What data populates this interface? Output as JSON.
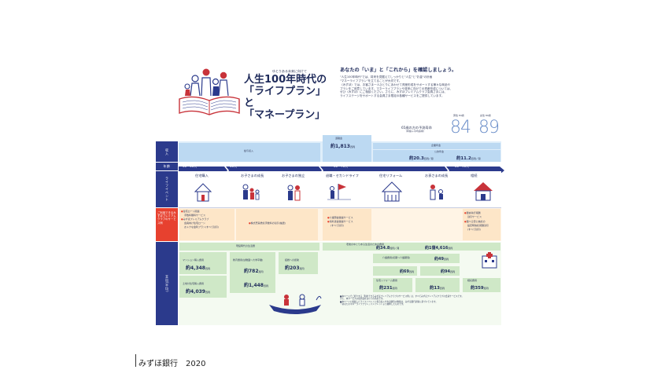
{
  "header": {
    "kicker": "ゆとりある未来に向けて",
    "title_line1": "人生100年時代の",
    "title_line2": "「ライフプラン」と",
    "title_line3": "「マネープラン」"
  },
  "intro": {
    "heading": "あなたの「いま」と「これから」を確認しましょう。",
    "line1": "\"人生100年時代\"では、将来を見据えてしっかりと\"人生\"と\"お金\"の計画",
    "line2": "\"マネーライフプラン\"を立てることが大切です。",
    "line3": "〈みずほ〉では、お客さま一人ひとりにあわせて資産形成をサポートする様々な商品や",
    "line4": "プランをご用意しています。マネーライフプランや将来に向けての資産形成については、",
    "line5": "ぜひ〈みずほ〉にご相談ください。さらに、みずほプレミアムクラブ会員さまには、",
    "line6": "ライフステージをサポートする会員さま限定の各種サービスをご提供しています。"
  },
  "life_expectancy": {
    "caption": "65歳の方の予測寿命",
    "sub": "（年齢＋平均余命）",
    "male_label": "男性",
    "male_age": "84",
    "male_suffix": "84歳",
    "female_label": "女性",
    "female_age": "89",
    "female_suffix": "89歳"
  },
  "rows": {
    "income": "収入",
    "age": "年齢",
    "life_event": "ライフイベント",
    "service": "ご利用できるみずほプレミアムクラブのサービス例",
    "expense": "支出(平均)"
  },
  "income": {
    "salary": "給与収入",
    "retire_label": "退職金",
    "retire_value": "約1,813",
    "retire_unit": "万円",
    "pension_label": "企業年金",
    "public_pension": "公的年金",
    "pension_couple": "約20.3",
    "pension_couple_unit": "万円／月",
    "pension_single": "約11.2",
    "pension_single_unit": "万円／月"
  },
  "ages": {
    "a1": "30〜40代",
    "a2": "50代",
    "a3": "60〜70代",
    "a4": "80〜90代"
  },
  "events": {
    "e1": "住宅購入",
    "e2": "お子さまの成長",
    "e3": "お子さまの独立",
    "e4": "退職・セカンドライフ",
    "e5": "住宅リフォーム",
    "e6": "お孫さまの成長",
    "e7": "相続"
  },
  "services": {
    "s1": "住宅ローン関連",
    "s1b": "手数料無料サービス",
    "s2": "みずほプレミアムクラブ",
    "s2b": "会員向け住宅ローン",
    "s2c": "おトクな金利プラン(すべて割引)",
    "s3": "株式売買委託手数料の割引(抽選)",
    "s4": "介護預金優遇サービス",
    "s5": "海外送金優遇サービス",
    "s5b": "(すべて割引)",
    "s6": "遺言執行報酬",
    "s6b": "割引サービス",
    "s7": "遺べる安心信託の",
    "s7b": "設定時信託報酬割引",
    "s7c": "(すべて割引)"
  },
  "expenses": {
    "living": "現役時代の生活費",
    "retired_living": "老後のゆとりある生活のための費用",
    "retired_value": "約34.8",
    "retired_unit": "万円／月",
    "retired_total": "約1億4,616",
    "retired_total_unit": "万円",
    "mansion": "マンション購入費用",
    "mansion_value": "約4,348",
    "house": "土地付住宅購入費用",
    "house_value": "約4,039",
    "edu": "教育費用(幼稚園〜大学卒業)",
    "edu_value": "約782",
    "edu2_value": "約1,448",
    "wedding": "結婚への援助",
    "wedding_value": "約203",
    "care": "介護費用(初期〜介護期間)",
    "care_value": "約49",
    "medical_value": "約69",
    "funeral_value": "約94",
    "reform": "住宅リフォーム費用",
    "reform_value": "約231",
    "grandchild_value": "約13",
    "inherit": "相続費用",
    "inherit_value": "約359",
    "unit_man": "万円"
  },
  "notes": {
    "n1": "■本ページでご紹介する「利用できるみずほプレミアムクラブのサービス例」は、すべてみずほプレミアムクラブの会員サービスです。",
    "n2": "また、本サービスの提供会社は以下の各社です。",
    "n3": "■本ページに掲載したライフイベントに係る収入や支出額等の数値は、みずほ銀行調査に基づいています。",
    "n4": "「あなたのマネーライフプラン」パンフレットより抜粋したものです。"
  },
  "footer": {
    "text": "みずほ銀行　2020"
  }
}
